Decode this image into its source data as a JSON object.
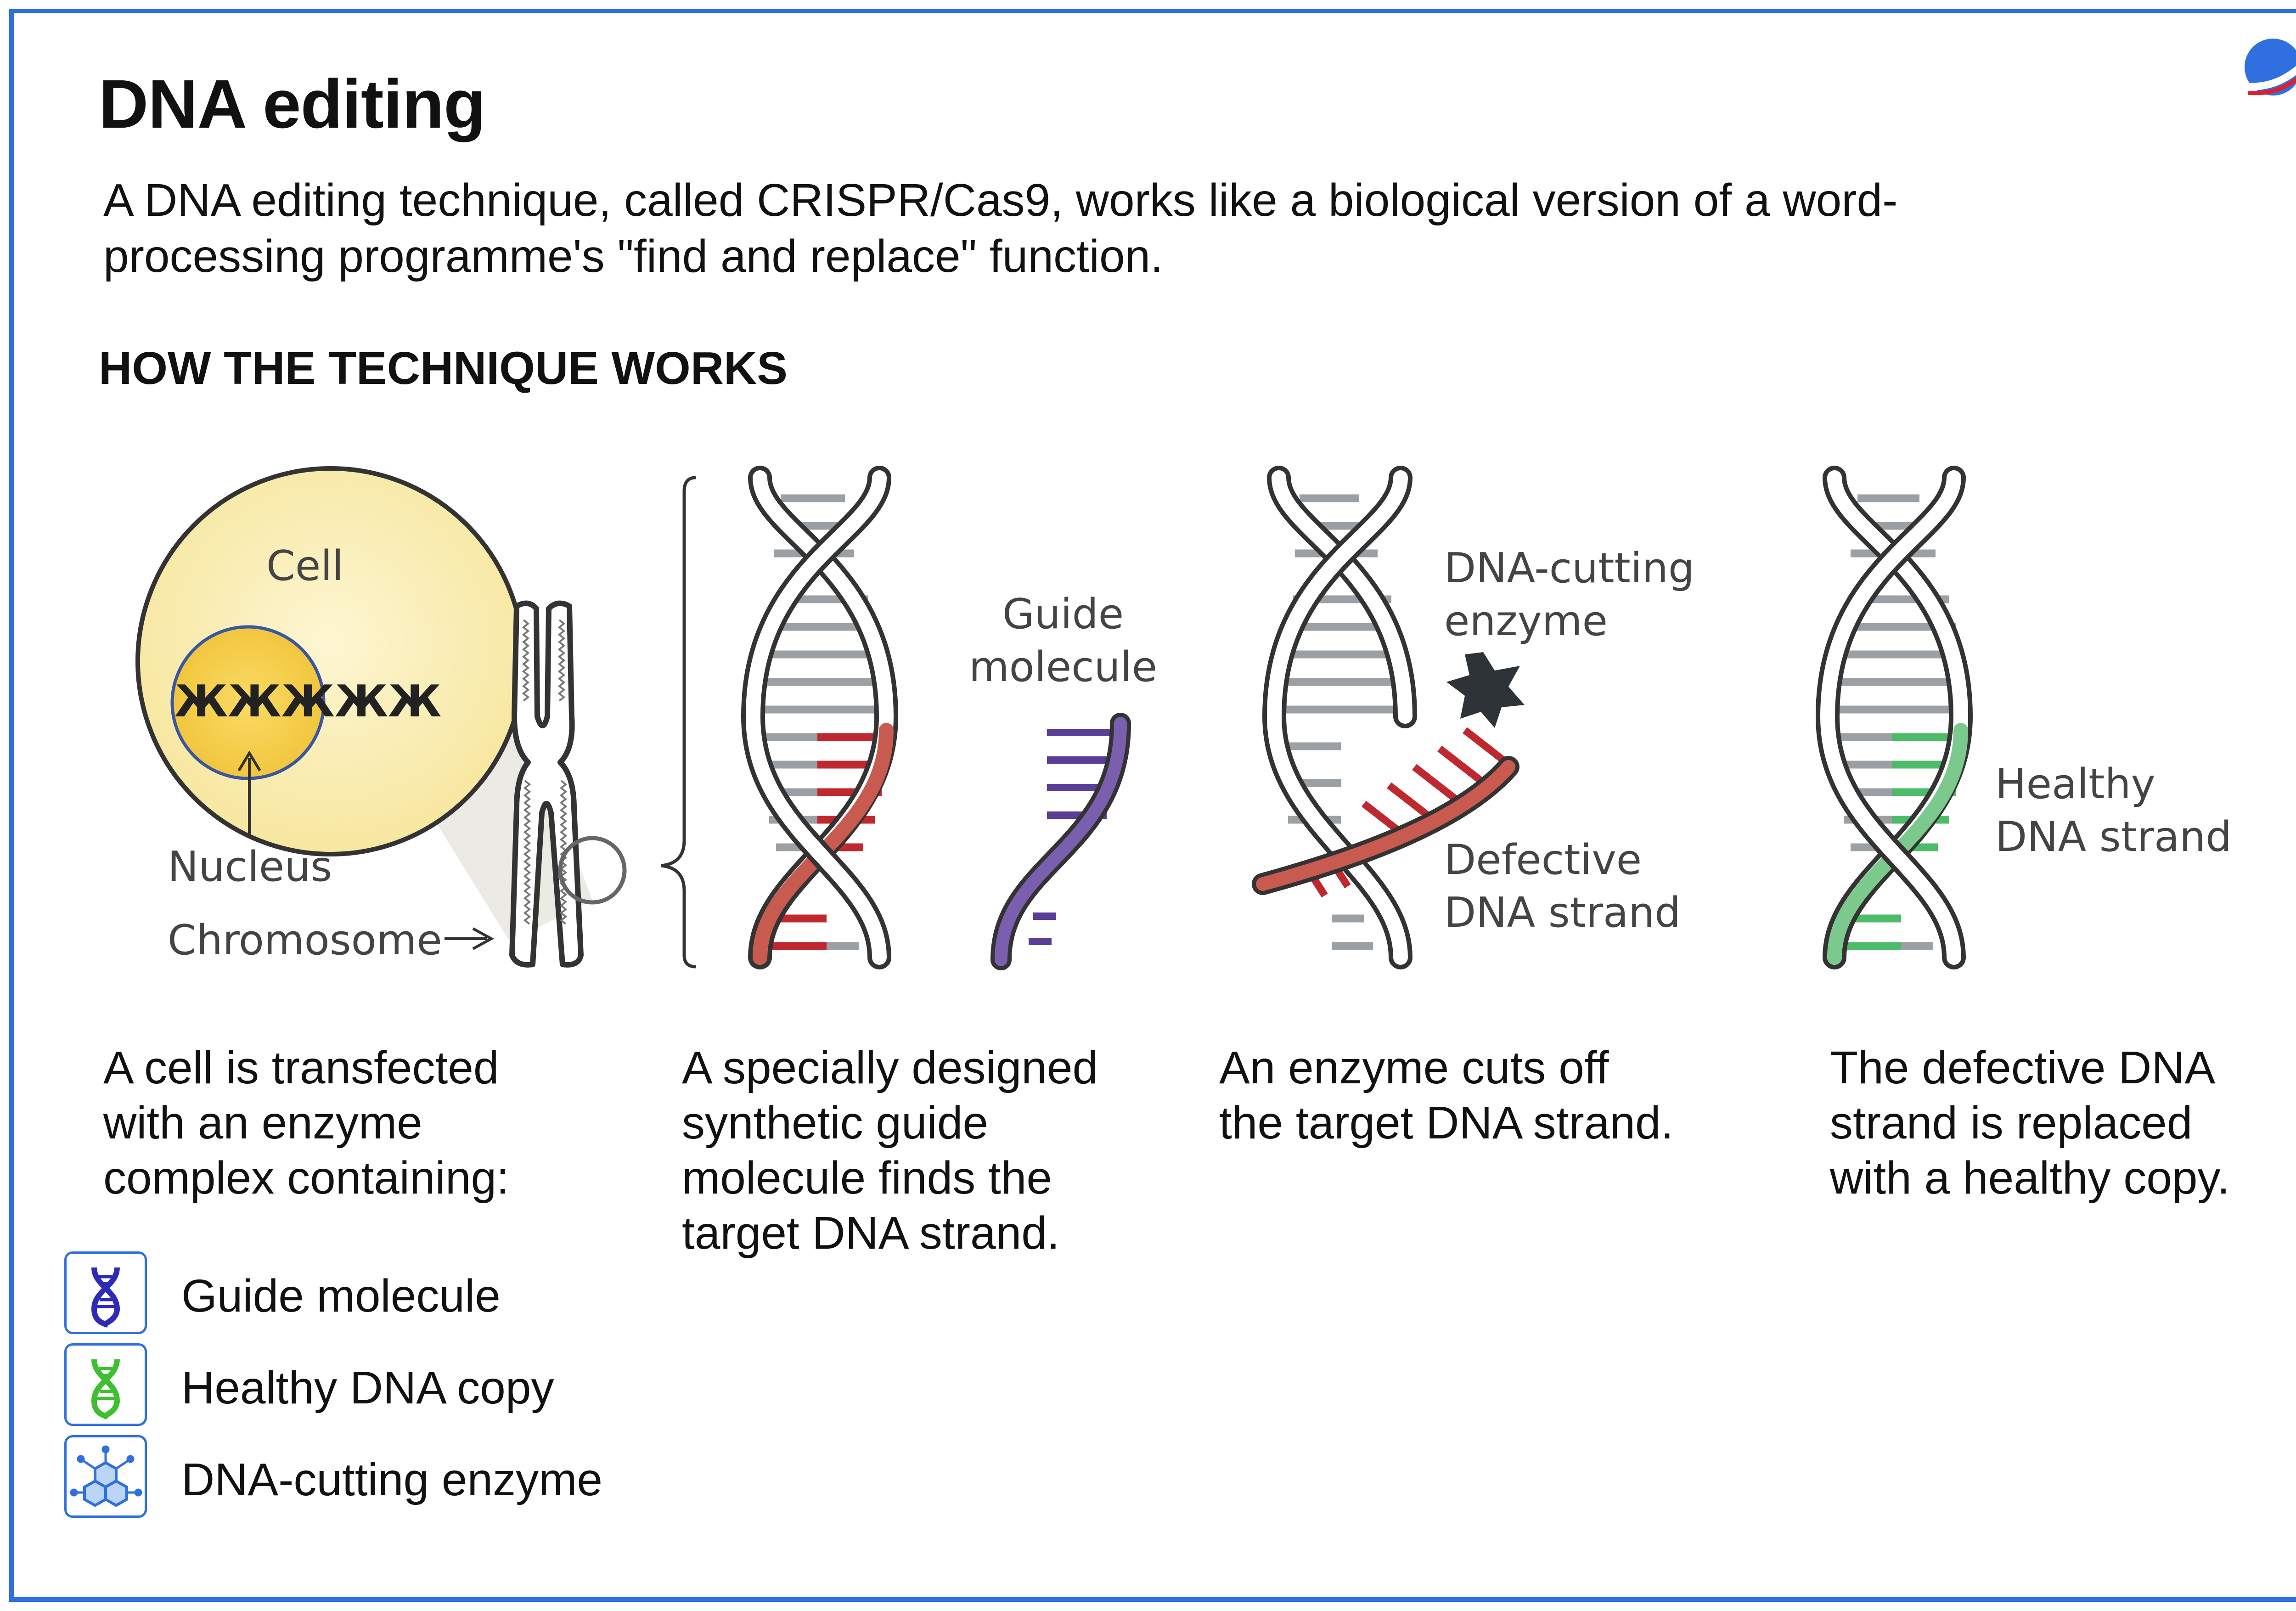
{
  "title": "DNA editing",
  "intro_lines": [
    "A DNA editing technique, called CRISPR/Cas9, works like a biological version of a word-",
    "processing programme's \"find and replace\" function."
  ],
  "section_heading": "HOW THE TECHNIQUE WORKS",
  "diagram_labels": {
    "cell": "Cell",
    "nucleus": "Nucleus",
    "chromosome": "Chromosome",
    "guide_molecule": [
      "Guide",
      "molecule"
    ],
    "cutting_enzyme": [
      "DNA-cutting",
      "enzyme"
    ],
    "defective_strand": [
      "Defective",
      "DNA strand"
    ],
    "healthy_strand": [
      "Healthy",
      "DNA strand"
    ]
  },
  "steps": [
    {
      "lines": [
        "A cell is transfected",
        "with an enzyme",
        "complex containing:"
      ]
    },
    {
      "lines": [
        "A specially designed",
        "synthetic guide",
        "molecule finds the",
        "target DNA strand."
      ]
    },
    {
      "lines": [
        "An enzyme cuts off",
        "the target DNA strand."
      ]
    },
    {
      "lines": [
        "The defective DNA",
        "strand is replaced",
        "with a healthy copy."
      ]
    }
  ],
  "legend": [
    {
      "label": "Guide molecule",
      "icon": "dna-helix-icon",
      "color": "#2e2ab8"
    },
    {
      "label": "Healthy DNA copy",
      "icon": "dna-helix-icon",
      "color": "#3fbf2f"
    },
    {
      "label": "DNA-cutting enzyme",
      "icon": "enzyme-molecule-icon",
      "color": "#2f6fe0"
    }
  ],
  "colors": {
    "border": "#2f6fe0",
    "guide": "#5a3d96",
    "defective": "#c0282f",
    "healthy": "#4cbb6a",
    "cell_fill": "#fbefb6",
    "nucleus_fill": "#f6d34f"
  }
}
